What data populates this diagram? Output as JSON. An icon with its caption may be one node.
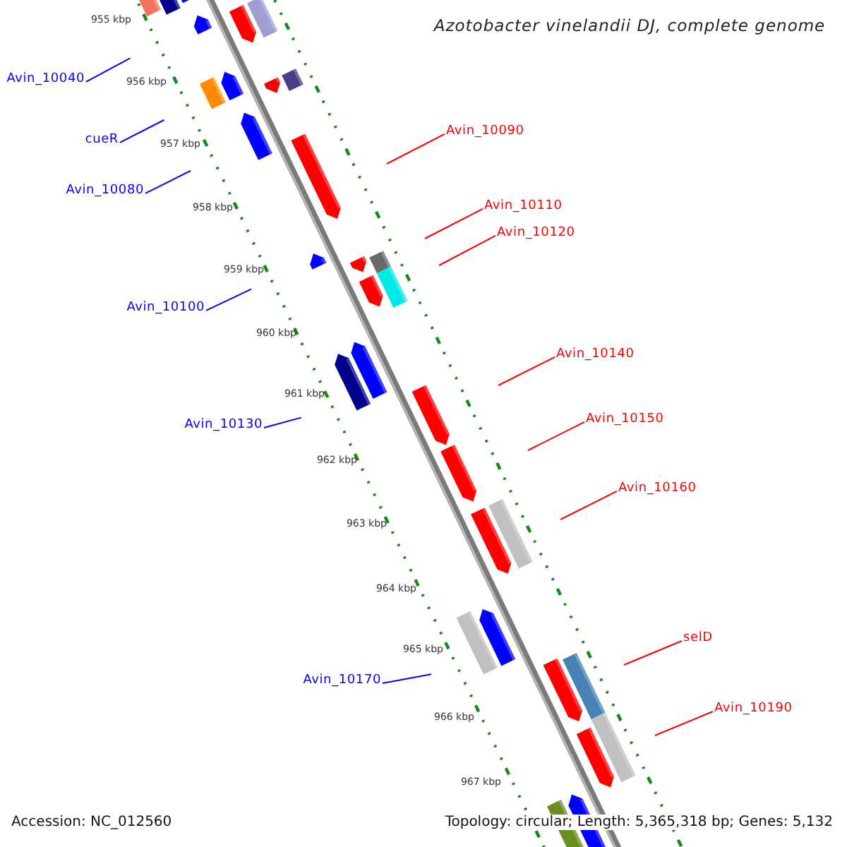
{
  "diagram": {
    "title": "Azotobacter vinelandii DJ, complete genome",
    "nodes": [
      {
        "text": [
          "Avin_10040"
        ]
      },
      {
        "text": [
          "Avin_10090"
        ]
      },
      {
        "text": [
          "cueR"
        ]
      },
      {
        "text": [
          "Avin_10080"
        ]
      },
      {
        "text": [
          "Avin_10110"
        ]
      },
      {
        "text": [
          "Avin_10120"
        ]
      },
      {
        "text": [
          "Avin_10100"
        ]
      },
      {
        "text": [
          "Avin_10140"
        ]
      },
      {
        "text": [
          "Avin_10150"
        ]
      },
      {
        "text": [
          "Avin_10130"
        ]
      },
      {
        "text": [
          "Avin_10160"
        ]
      },
      {
        "text": [
          "selD"
        ]
      },
      {
        "text": [
          "Avin_10170"
        ]
      },
      {
        "text": [
          "Avin_10190"
        ]
      }
    ],
    "edges": [
      {
        "from": 0,
        "to": null,
        "arrow": "none",
        "color": "#0000ff"
      },
      {
        "from": 1,
        "to": null,
        "arrow": "none"
      },
      {
        "from": 2,
        "to": null,
        "arrow": "none",
        "color": "#0000ff"
      },
      {
        "from": 3,
        "to": null,
        "arrow": "none",
        "color": "#0000ff"
      },
      {
        "from": 4,
        "to": null,
        "arrow": "none"
      },
      {
        "from": 5,
        "to": null,
        "arrow": "none"
      },
      {
        "from": 6,
        "to": null,
        "arrow": "none",
        "color": "#0000ff"
      },
      {
        "from": 7,
        "to": null,
        "arrow": "none"
      },
      {
        "from": 8,
        "to": null,
        "arrow": "none"
      },
      {
        "from": 9,
        "to": null,
        "arrow": "none",
        "color": "#0000ff"
      },
      {
        "from": 10,
        "to": null,
        "arrow": "none"
      },
      {
        "from": 11,
        "to": null,
        "arrow": "none"
      },
      {
        "from": 12,
        "to": null,
        "arrow": "none",
        "color": "#0000ff"
      },
      {
        "from": 13,
        "to": null,
        "arrow": "none"
      }
    ],
    "labels": [
      "955 kbp",
      "956 kbp",
      "957 kbp",
      "958 kbp",
      "959 kbp",
      "960 kbp",
      "961 kbp",
      "962 kbp",
      "963 kbp",
      "964 kbp",
      "965 kbp",
      "966 kbp",
      "967 kbp",
      "Accession: NC_012560",
      "Topology: circular; Length: 5,365,318 bp; Genes: 5,132"
    ]
  }
}
